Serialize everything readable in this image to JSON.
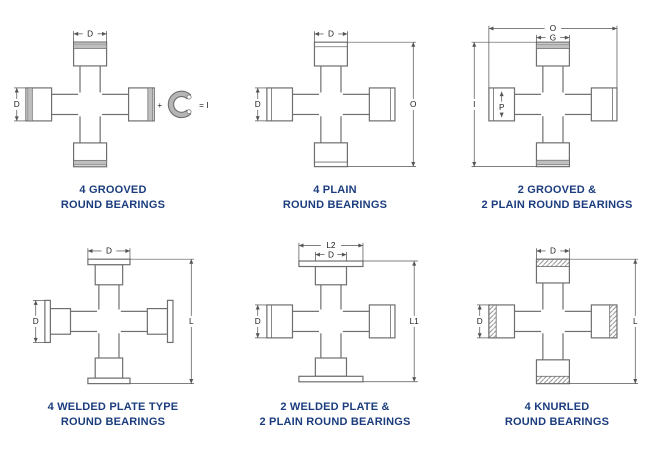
{
  "style": {
    "background": "#ffffff",
    "caption_color": "#1b3d7e",
    "line_color": "#6e6e6e",
    "dim_color": "#555555"
  },
  "cells": [
    {
      "line1": "4 GROOVED",
      "line2": "ROUND BEARINGS",
      "dims": {
        "top": "D",
        "left": "D",
        "plus": "+",
        "result": "= I"
      }
    },
    {
      "line1": "4 PLAIN",
      "line2": "ROUND BEARINGS",
      "dims": {
        "top": "D",
        "left": "D",
        "right": "O"
      }
    },
    {
      "line1": "2 GROOVED &",
      "line2": "2 PLAIN ROUND BEARINGS",
      "dims": {
        "top": "O",
        "inner_top": "G",
        "left": "I",
        "inner_left": "P"
      }
    },
    {
      "line1": "4 WELDED PLATE TYPE",
      "line2": "ROUND BEARINGS",
      "dims": {
        "top": "D",
        "left": "D",
        "right": "L"
      }
    },
    {
      "line1": "2 WELDED PLATE &",
      "line2": "2 PLAIN ROUND BEARINGS",
      "dims": {
        "top": "L2",
        "inner_top": "D",
        "left": "D",
        "right": "L1"
      }
    },
    {
      "line1": "4 KNURLED",
      "line2": "ROUND BEARINGS",
      "dims": {
        "top": "D",
        "left": "D",
        "right": "L"
      }
    }
  ]
}
